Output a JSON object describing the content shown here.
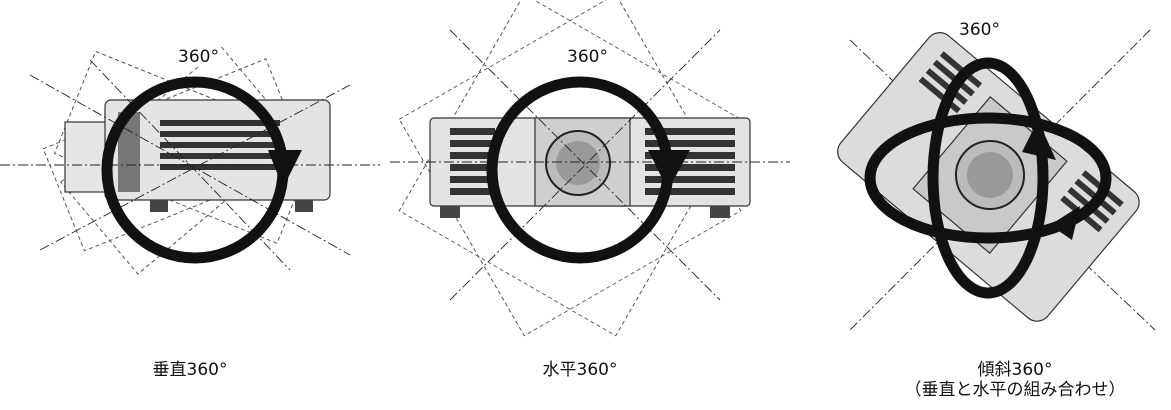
{
  "panels": [
    {
      "id": "vertical",
      "rotation_label": "360°",
      "caption_lines": [
        "垂直360°"
      ]
    },
    {
      "id": "horizontal",
      "rotation_label": "360°",
      "caption_lines": [
        "水平360°"
      ]
    },
    {
      "id": "tilt",
      "rotation_label": "360°",
      "caption_lines": [
        "傾斜360°",
        "（垂直と水平の組み合わせ）"
      ]
    }
  ]
}
